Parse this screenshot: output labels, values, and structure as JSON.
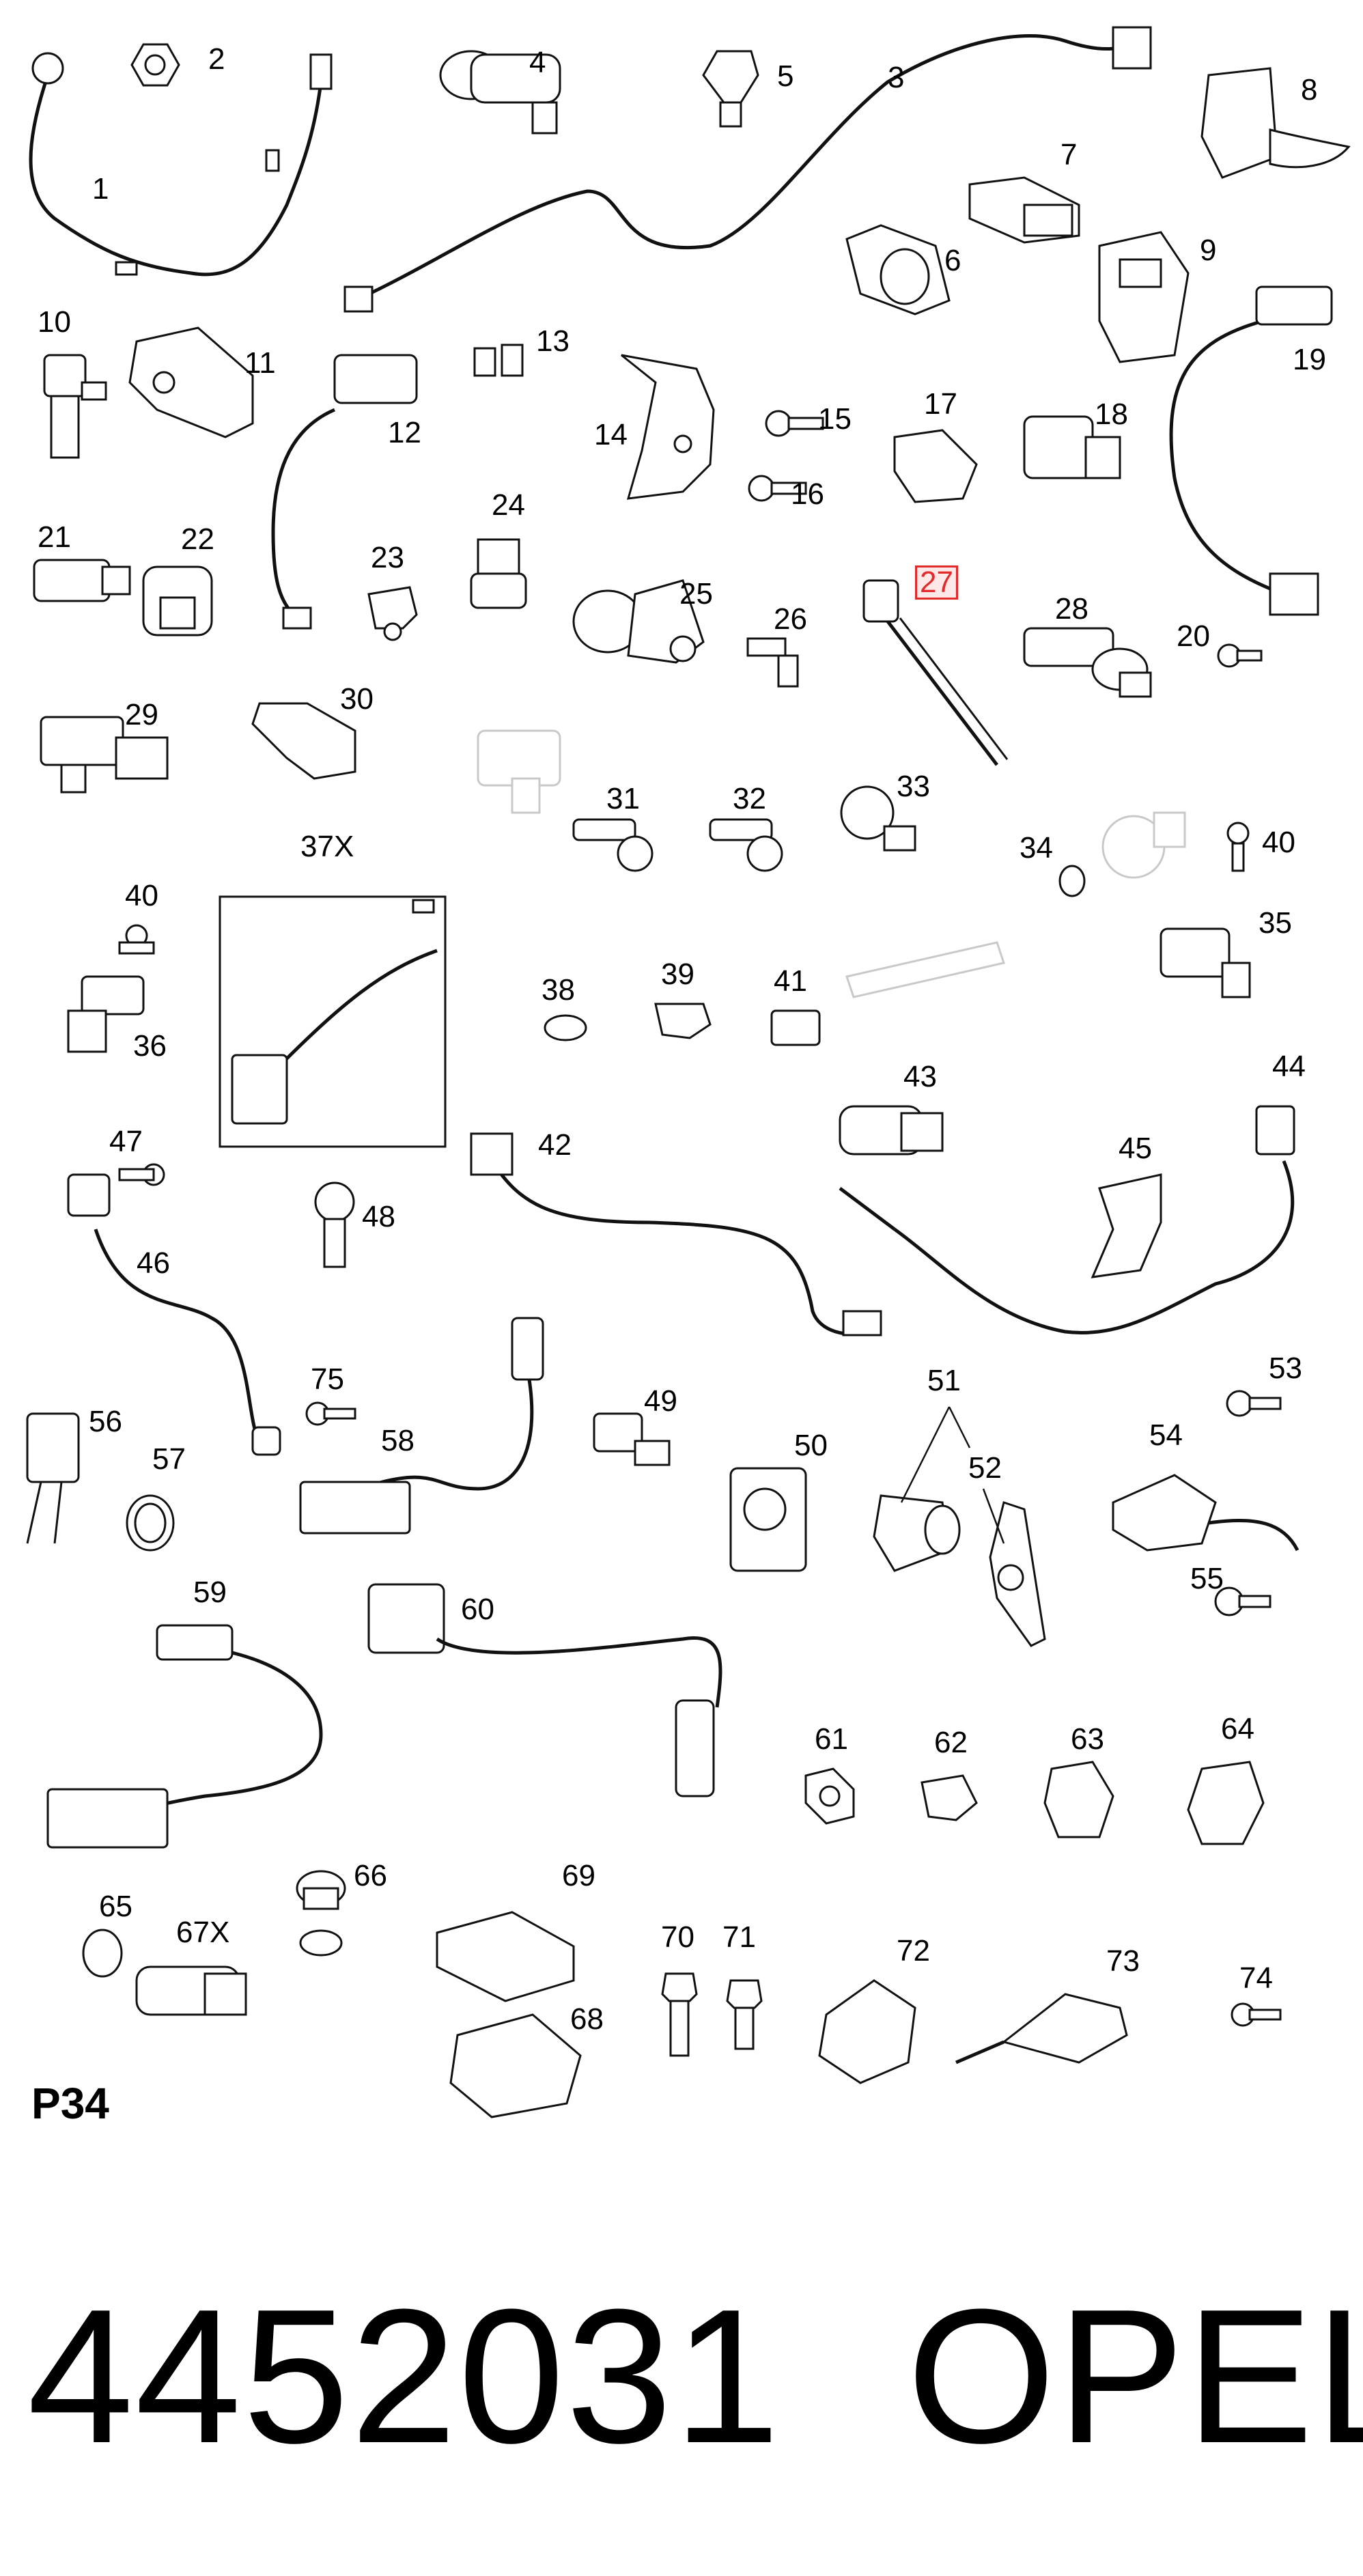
{
  "page": {
    "page_code": "P34",
    "part_number": "4452031",
    "brand": "OPEL",
    "highlighted_callout": "27",
    "highlight_color": "#e32a2a"
  },
  "callouts": {
    "c1": "1",
    "c2": "2",
    "c3": "3",
    "c4": "4",
    "c5": "5",
    "c6": "6",
    "c7": "7",
    "c8": "8",
    "c9": "9",
    "c10": "10",
    "c11": "11",
    "c12": "12",
    "c13": "13",
    "c14": "14",
    "c15": "15",
    "c16": "16",
    "c17": "17",
    "c18": "18",
    "c19": "19",
    "c20": "20",
    "c21": "21",
    "c22": "22",
    "c23": "23",
    "c24": "24",
    "c25": "25",
    "c26": "26",
    "c27": "27",
    "c28": "28",
    "c29": "29",
    "c30": "30",
    "c31": "31",
    "c32": "32",
    "c33": "33",
    "c34": "34",
    "c35": "35",
    "c36": "36",
    "c37x": "37X",
    "c38": "38",
    "c39": "39",
    "c40a": "40",
    "c40b": "40",
    "c41": "41",
    "c42": "42",
    "c43": "43",
    "c44": "44",
    "c45": "45",
    "c46": "46",
    "c47": "47",
    "c48": "48",
    "c49": "49",
    "c50": "50",
    "c51": "51",
    "c52": "52",
    "c53": "53",
    "c54": "54",
    "c55": "55",
    "c56": "56",
    "c57": "57",
    "c58": "58",
    "c59": "59",
    "c60": "60",
    "c61": "61",
    "c62": "62",
    "c63": "63",
    "c64": "64",
    "c65": "65",
    "c66": "66",
    "c67x": "67X",
    "c68": "68",
    "c69": "69",
    "c70": "70",
    "c71": "71",
    "c72": "72",
    "c73": "73",
    "c74": "74",
    "c75": "75"
  }
}
